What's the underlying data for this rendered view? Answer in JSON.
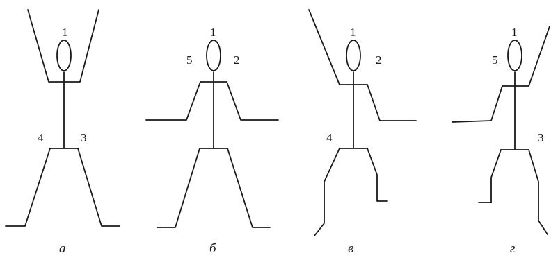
{
  "figures": [
    {
      "caption": "а",
      "labels": {
        "head": "1",
        "left_hip": "4",
        "right_hip": "3"
      }
    },
    {
      "caption": "б",
      "labels": {
        "head": "1",
        "left_shoulder": "5",
        "right_shoulder": "2"
      }
    },
    {
      "caption": "в",
      "labels": {
        "head": "1",
        "right_shoulder": "2",
        "left_hip": "4"
      }
    },
    {
      "caption": "г",
      "labels": {
        "head": "1",
        "left_shoulder": "5",
        "right_hip": "3"
      }
    }
  ]
}
